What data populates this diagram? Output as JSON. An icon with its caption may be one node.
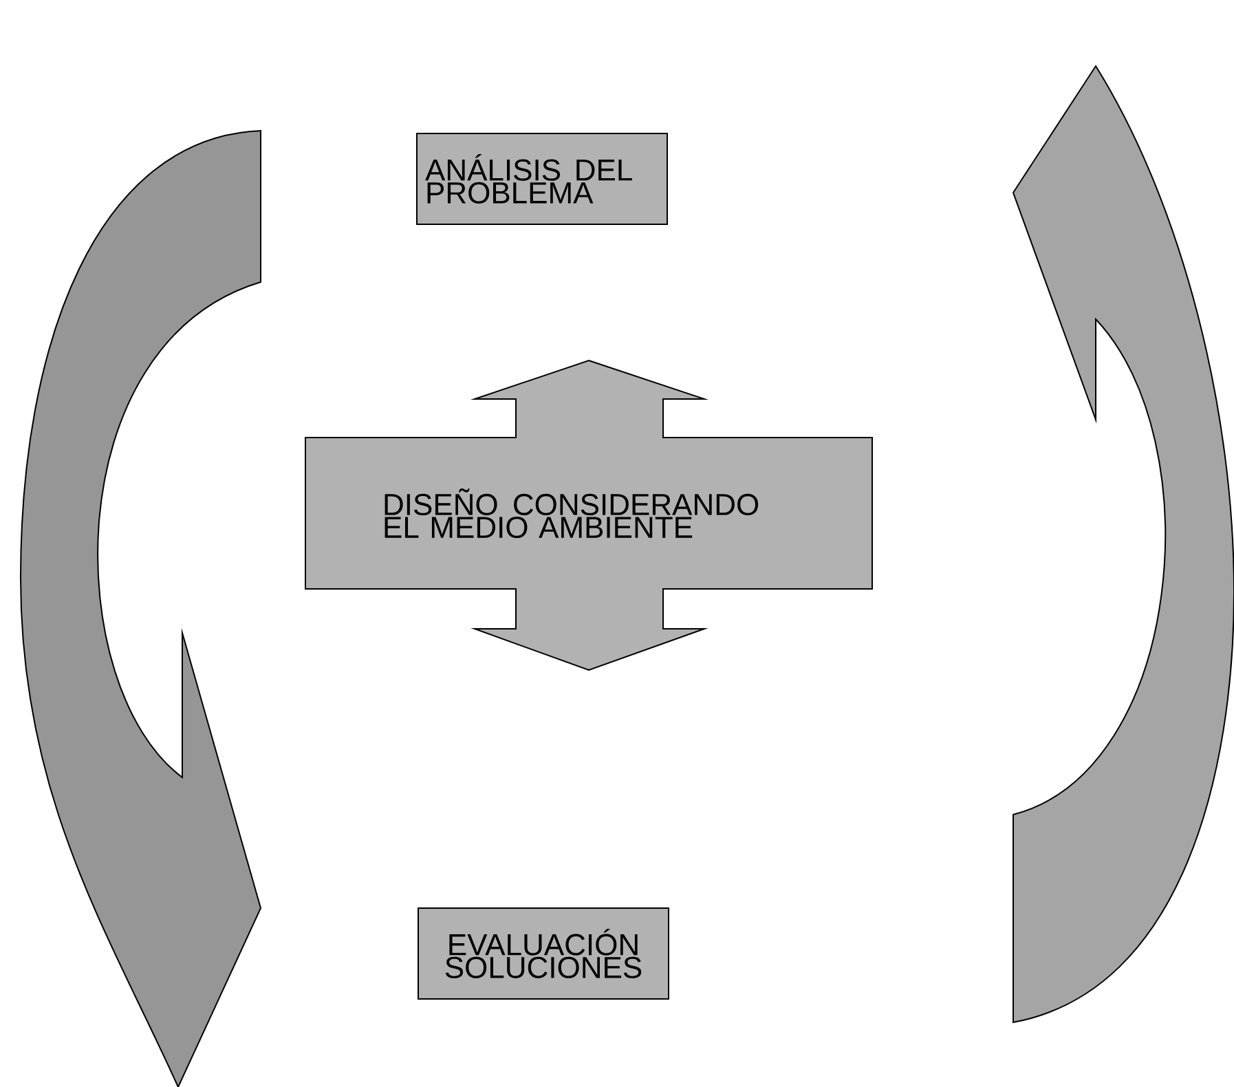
{
  "diagram": {
    "nodes": [
      {
        "text": [
          "ANÁLISIS DEL PROBLEMA"
        ]
      },
      {
        "text": [
          "DISEÑO CONSIDERANDO EL MEDIO AMBIENTE"
        ]
      },
      {
        "text": [
          "EVALUACIÓN SOLUCIONES"
        ]
      }
    ],
    "edges": [
      {
        "from": 0,
        "to": 2,
        "arrow": "to"
      },
      {
        "from": 2,
        "to": 0,
        "arrow": "to"
      }
    ]
  }
}
